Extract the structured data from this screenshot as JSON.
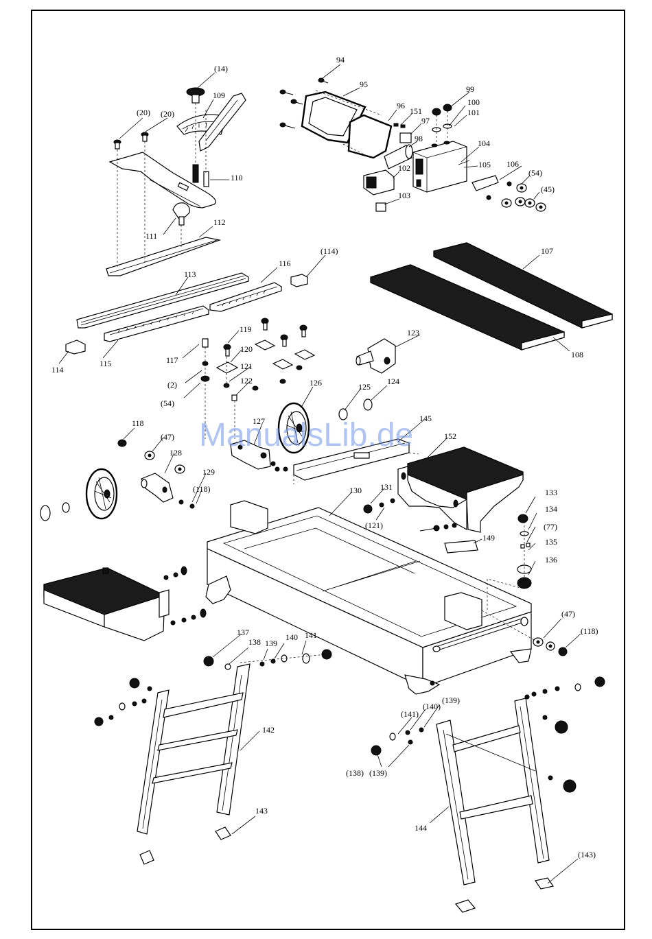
{
  "watermark": "ManualsLib.de",
  "labels": {
    "l14": "(14)",
    "l109": "109",
    "l20a": "(20)",
    "l20b": "(20)",
    "l110": "110",
    "l111": "111",
    "l112": "112",
    "l94": "94",
    "l95": "95",
    "l96": "96",
    "l151": "151",
    "l97": "97",
    "l98": "98",
    "l99": "99",
    "l100": "100",
    "l101": "101",
    "l104": "104",
    "l105": "105",
    "l106": "106",
    "l54a": "(54)",
    "l45": "(45)",
    "l102": "102",
    "l103": "103",
    "l114a": "(114)",
    "l116": "116",
    "l113": "113",
    "l114": "114",
    "l115": "115",
    "l107": "107",
    "l108": "108",
    "l117": "117",
    "l119": "119",
    "l120": "120",
    "l121": "121",
    "l2": "(2)",
    "l122": "122",
    "l54b": "(54)",
    "l123": "123",
    "l124": "124",
    "l125": "125",
    "l126": "126",
    "l127": "127",
    "l145": "145",
    "l152": "152",
    "l118": "118",
    "l47a": "(47)",
    "l128": "128",
    "l129": "129",
    "l118b": "(118)",
    "l131": "131",
    "l130": "130",
    "l121b": "(121)",
    "l133": "133",
    "l134": "134",
    "l77": "(77)",
    "l135": "135",
    "l149": "149",
    "l136": "136",
    "l47b": "(47)",
    "l118c": "(118)",
    "l137": "137",
    "l138": "138",
    "l139": "139",
    "l140": "140",
    "l141": "141",
    "l142": "142",
    "l143": "143",
    "l141b": "(141)",
    "l140b": "(140)",
    "l139b": "(139)",
    "l138b": "(138)",
    "l139c": "(139)",
    "l144": "144",
    "l143b": "(143)"
  }
}
